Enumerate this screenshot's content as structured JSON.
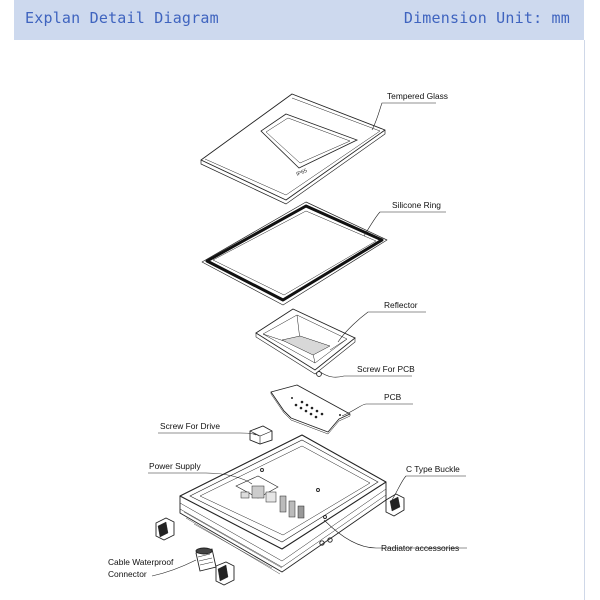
{
  "header": {
    "title": "Explan Detail Diagram",
    "unit": "Dimension Unit: mm"
  },
  "labels": {
    "tempered_glass": "Tempered Glass",
    "silicone_ring": "Silicone Ring",
    "reflector": "Reflector",
    "screw_for_pcb": "Screw For PCB",
    "pcb": "PCB",
    "screw_for_drive": "Screw For Drive",
    "power_supply": "Power Supply",
    "c_type_buckle": "C Type Buckle",
    "radiator_accessories": "Radiator accessories",
    "cable_connector_line1": "Cable Waterproof",
    "cable_connector_line2": "Connector"
  },
  "logo_text": "IP65"
}
